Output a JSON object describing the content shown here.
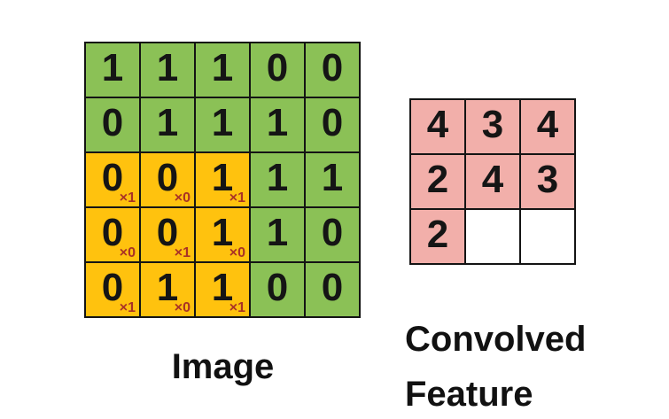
{
  "colors": {
    "green": "#8BC156",
    "orange": "#FFC20E",
    "pink": "#F2AFAA",
    "red": "#A93226"
  },
  "image": {
    "label": "Image",
    "cells": [
      {
        "v": "1",
        "variant": "green",
        "w": ""
      },
      {
        "v": "1",
        "variant": "green",
        "w": ""
      },
      {
        "v": "1",
        "variant": "green",
        "w": ""
      },
      {
        "v": "0",
        "variant": "green",
        "w": ""
      },
      {
        "v": "0",
        "variant": "green",
        "w": ""
      },
      {
        "v": "0",
        "variant": "green",
        "w": ""
      },
      {
        "v": "1",
        "variant": "green",
        "w": ""
      },
      {
        "v": "1",
        "variant": "green",
        "w": ""
      },
      {
        "v": "1",
        "variant": "green",
        "w": ""
      },
      {
        "v": "0",
        "variant": "green",
        "w": ""
      },
      {
        "v": "0",
        "variant": "orange",
        "w": "×1"
      },
      {
        "v": "0",
        "variant": "orange",
        "w": "×0"
      },
      {
        "v": "1",
        "variant": "orange",
        "w": "×1"
      },
      {
        "v": "1",
        "variant": "green",
        "w": ""
      },
      {
        "v": "1",
        "variant": "green",
        "w": ""
      },
      {
        "v": "0",
        "variant": "orange",
        "w": "×0"
      },
      {
        "v": "0",
        "variant": "orange",
        "w": "×1"
      },
      {
        "v": "1",
        "variant": "orange",
        "w": "×0"
      },
      {
        "v": "1",
        "variant": "green",
        "w": ""
      },
      {
        "v": "0",
        "variant": "green",
        "w": ""
      },
      {
        "v": "0",
        "variant": "orange",
        "w": "×1"
      },
      {
        "v": "1",
        "variant": "orange",
        "w": "×0"
      },
      {
        "v": "1",
        "variant": "orange",
        "w": "×1"
      },
      {
        "v": "0",
        "variant": "green",
        "w": ""
      },
      {
        "v": "0",
        "variant": "green",
        "w": ""
      }
    ]
  },
  "output": {
    "label": "Convolved Feature",
    "cells": [
      {
        "v": "4",
        "variant": "pink"
      },
      {
        "v": "3",
        "variant": "pink"
      },
      {
        "v": "4",
        "variant": "pink"
      },
      {
        "v": "2",
        "variant": "pink"
      },
      {
        "v": "4",
        "variant": "pink"
      },
      {
        "v": "3",
        "variant": "pink"
      },
      {
        "v": "2",
        "variant": "pink"
      },
      {
        "v": "",
        "variant": "white"
      },
      {
        "v": "",
        "variant": "white"
      }
    ]
  }
}
